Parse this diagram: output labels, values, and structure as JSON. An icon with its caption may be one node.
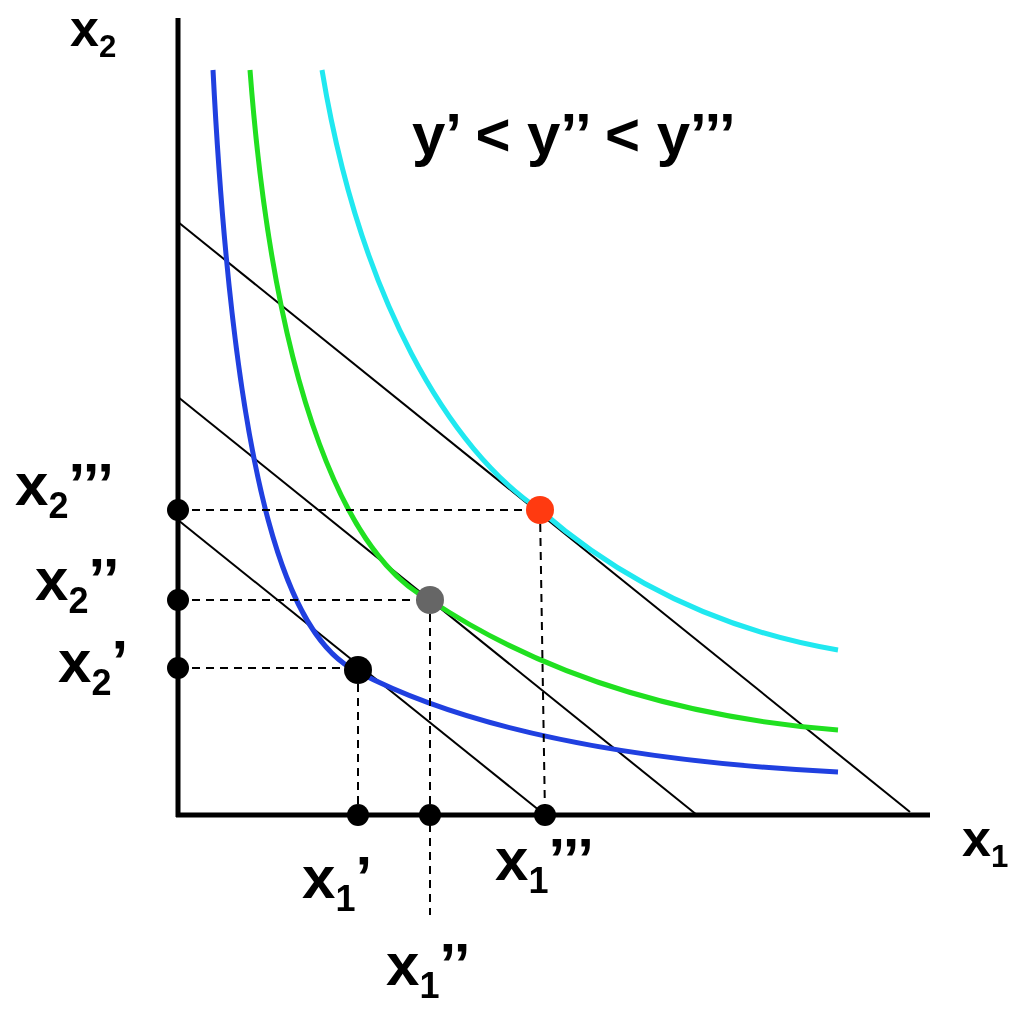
{
  "diagram": {
    "labels": [
      "x$_{2}$",
      "y’ < y’’ < y’’’",
      "x$_{2}$’’’",
      "x$_{2}$’’",
      "x$_{2}$’",
      "x$_{1}$’",
      "x$_{1}$’’’",
      "x$_{1}$",
      "x$_{1}$’’"
    ]
  }
}
